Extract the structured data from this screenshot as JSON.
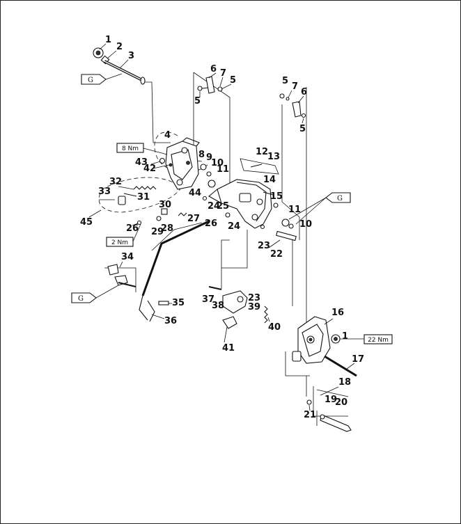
{
  "callouts": {
    "c1a": "1",
    "c2": "2",
    "c3": "3",
    "c4": "4",
    "c5a": "5",
    "c5b": "5",
    "c5c": "5",
    "c5d": "5",
    "c6a": "6",
    "c6b": "6",
    "c7a": "7",
    "c7b": "7",
    "c8": "8",
    "c9": "9",
    "c10a": "10",
    "c10b": "10",
    "c11a": "11",
    "c11b": "11",
    "c12": "12",
    "c13": "13",
    "c14": "14",
    "c15": "15",
    "c16": "16",
    "c1b": "1",
    "c17": "17",
    "c18": "18",
    "c19": "19",
    "c20": "20",
    "c21": "21",
    "c22": "22",
    "c23a": "23",
    "c23b": "23",
    "c24a": "24",
    "c24b": "24",
    "c25": "25",
    "c26a": "26",
    "c26b": "26",
    "c27": "27",
    "c28": "28",
    "c29": "29",
    "c30": "30",
    "c31": "31",
    "c32": "32",
    "c33": "33",
    "c34": "34",
    "c35": "35",
    "c36": "36",
    "c37": "37",
    "c38": "38",
    "c39": "39",
    "c40": "40",
    "c41": "41",
    "c42": "42",
    "c43": "43",
    "c44": "44",
    "c45": "45"
  },
  "tags": {
    "torque_8": "8 Nm",
    "torque_2": "2 Nm",
    "torque_22": "22 Nm",
    "grease_g1": "G",
    "grease_g2": "G",
    "grease_g3": "G"
  }
}
